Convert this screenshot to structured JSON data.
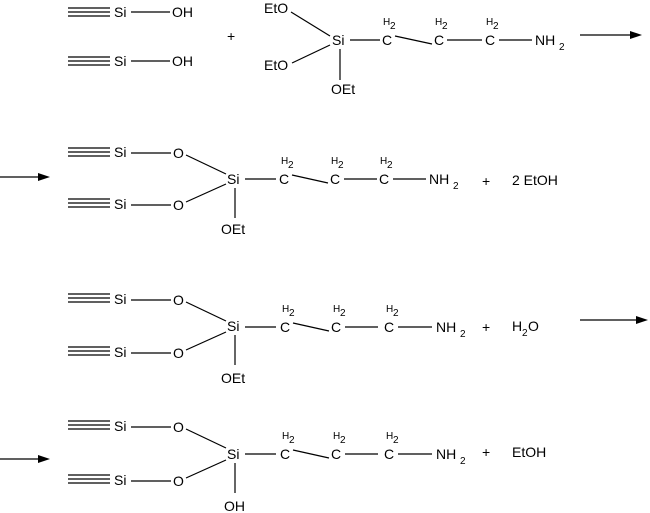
{
  "labels": {
    "si": "Si",
    "oh": "OH",
    "o": "O",
    "eto": "EtO",
    "oet": "OEt",
    "ch2_c": "C",
    "ch2_h": "H",
    "sub2": "2",
    "nh": "NH",
    "plus": "+",
    "two_etoh": "2 EtOH",
    "h2o_h": "H",
    "h2o_o": "O",
    "etoh": "EtOH"
  }
}
